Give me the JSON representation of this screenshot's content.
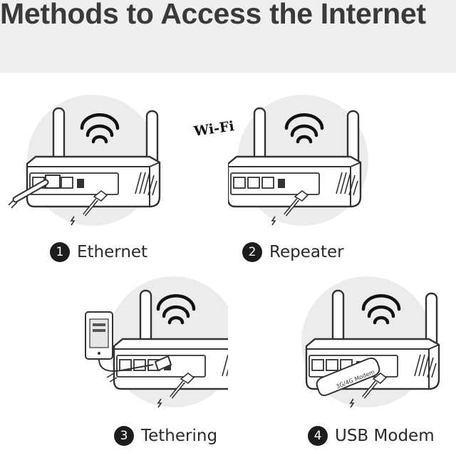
{
  "title": "Methods to Access the Internet",
  "methods": [
    {
      "number": "1",
      "label": "Ethernet"
    },
    {
      "number": "2",
      "label": "Repeater"
    },
    {
      "number": "3",
      "label": "Tethering"
    },
    {
      "number": "4",
      "label": "USB Modem"
    }
  ],
  "wifi_logo_text": "Wi-Fi",
  "usb_stick_text": "3G/4G Modem",
  "colors": {
    "header_bg": "#efefef",
    "circle_bg": "#ececec",
    "line": "#333333",
    "badge": "#1c1c1c"
  },
  "icons": [
    "wifi-signal-icon",
    "power-plug-icon",
    "ethernet-cable-icon",
    "wifi-logo-icon",
    "phone-icon",
    "usb-modem-icon"
  ]
}
